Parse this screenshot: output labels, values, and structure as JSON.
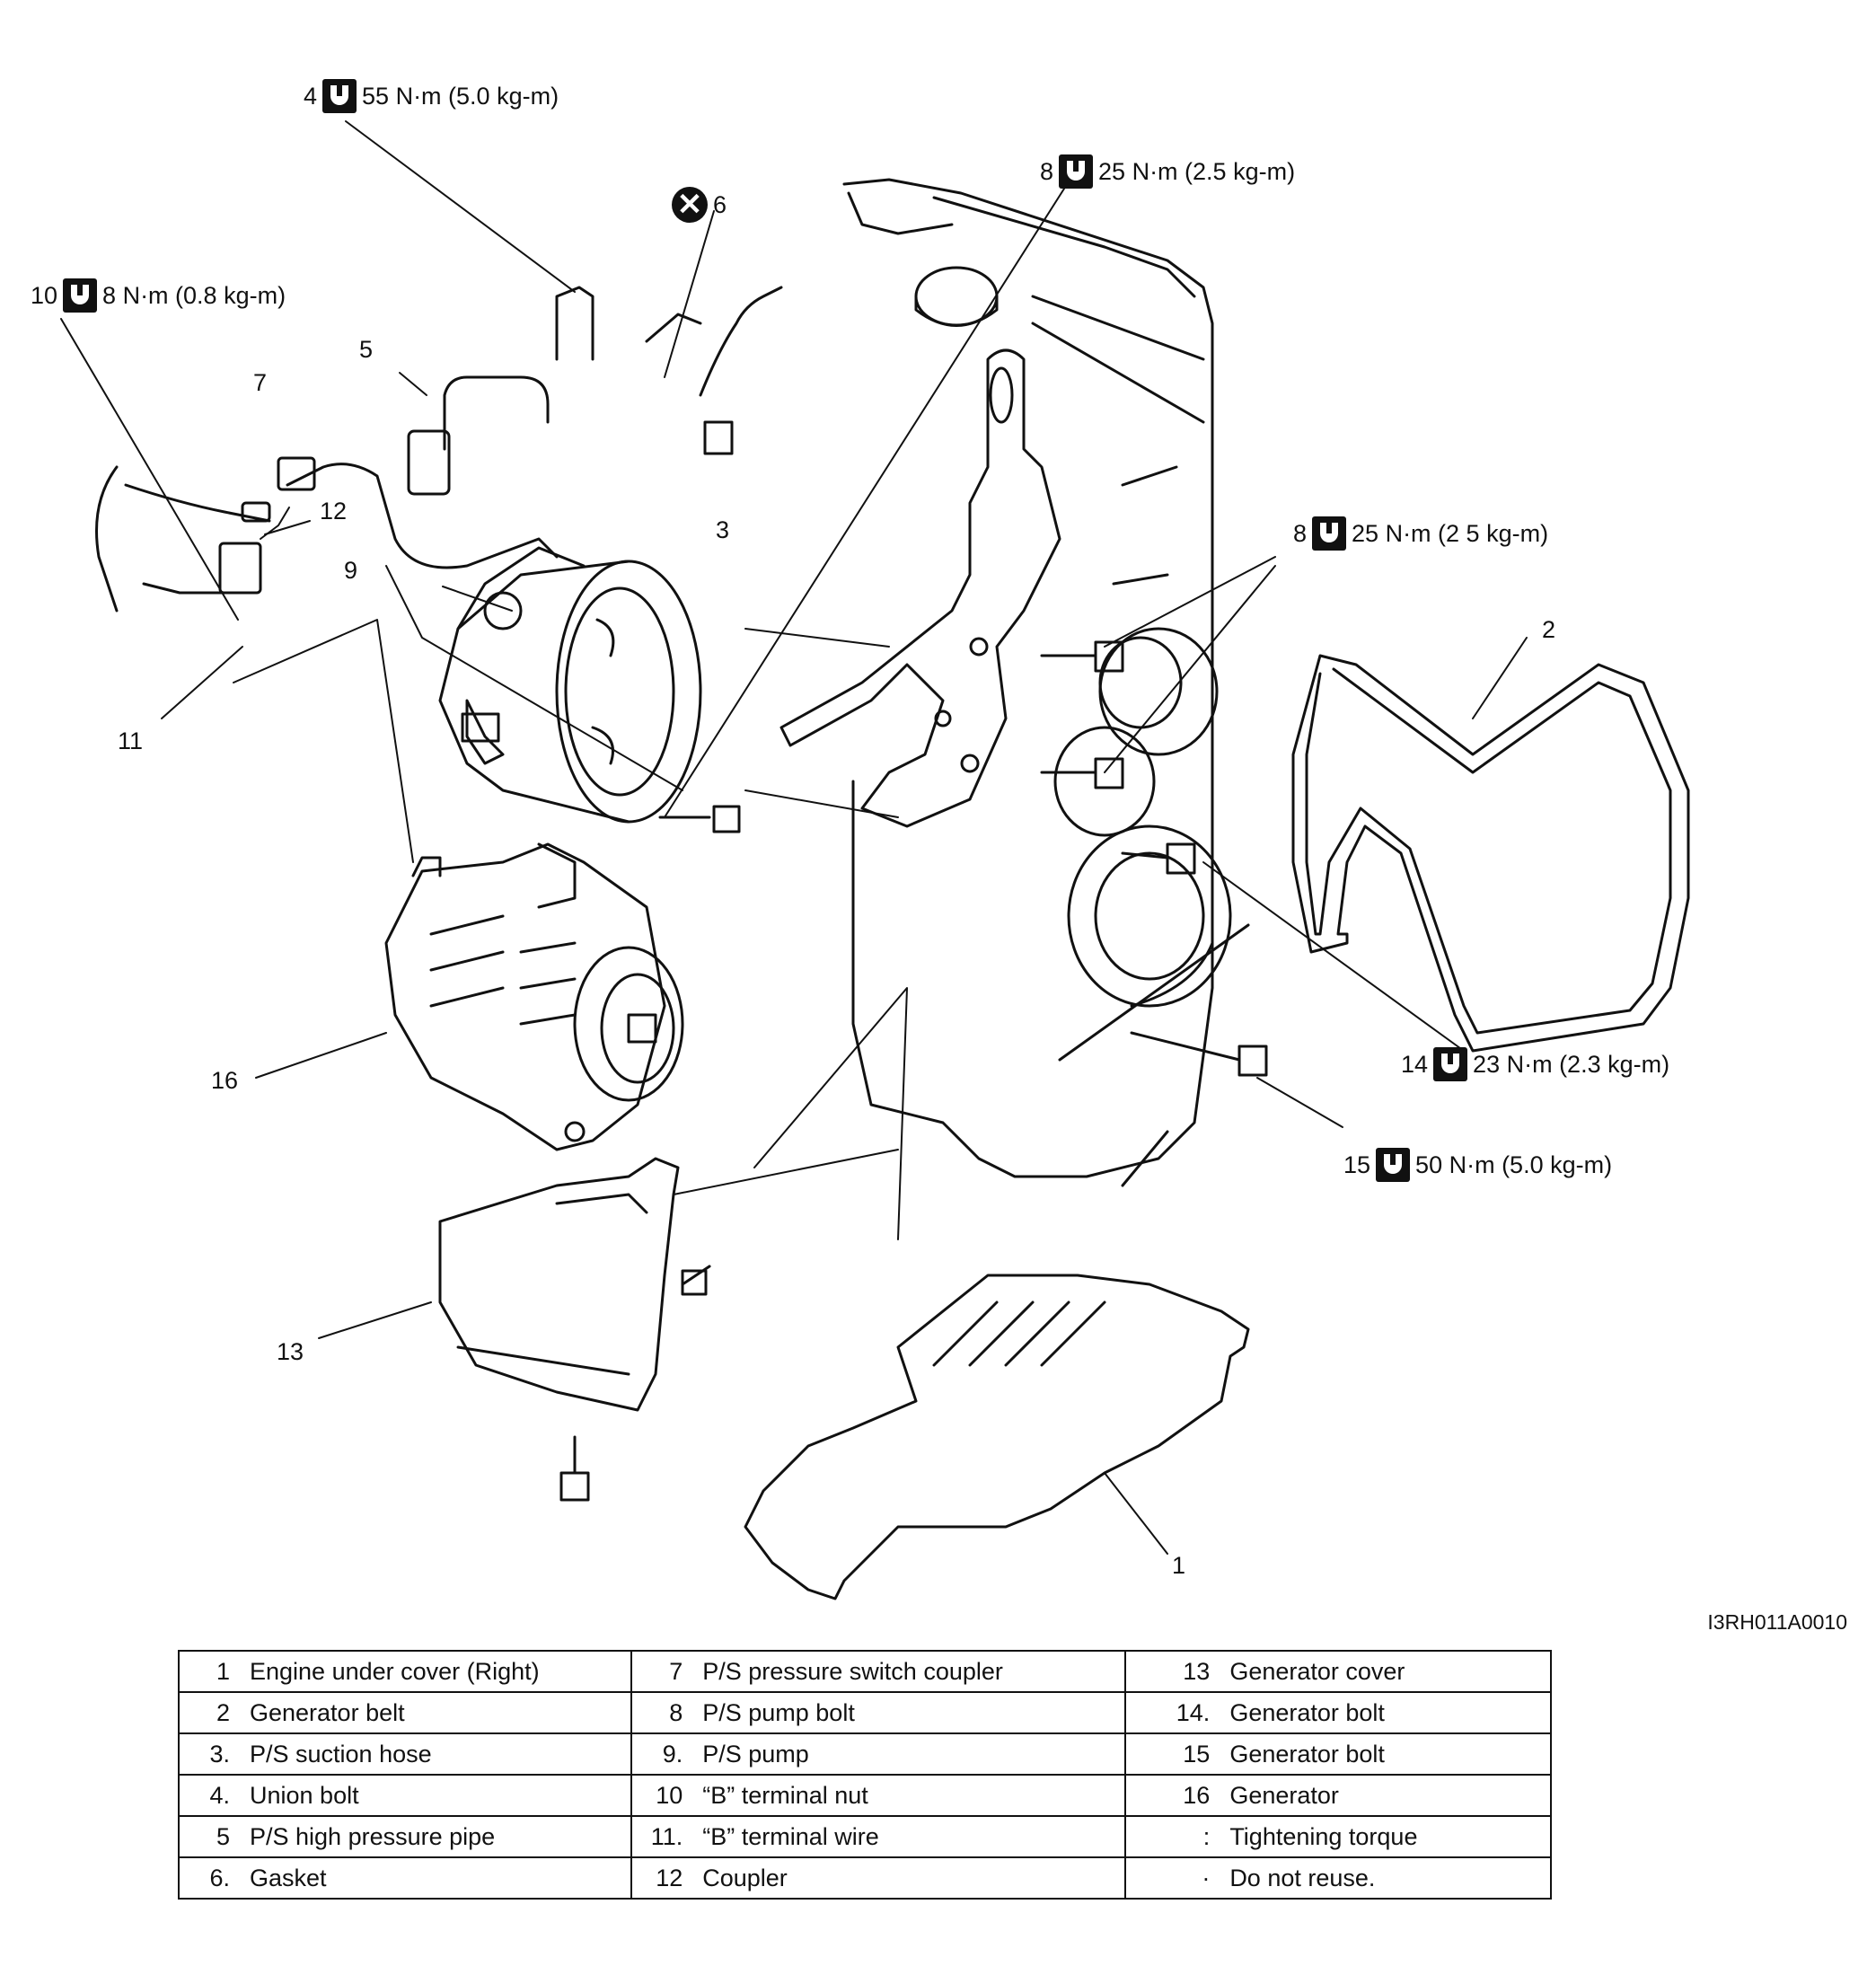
{
  "callouts": [
    {
      "num": "4",
      "icon": "torque",
      "text": "55 N·m (5.0 kg-m)"
    },
    {
      "num": "8",
      "icon": "torque",
      "text": "25 N·m (2.5 kg-m)"
    },
    {
      "num": "6",
      "icon": "do-not-reuse",
      "text": ""
    },
    {
      "num": "10",
      "icon": "torque",
      "text": "8 N·m (0.8 kg-m)"
    },
    {
      "num": "8",
      "icon": "torque",
      "text": "25 N·m (2 5 kg-m)"
    },
    {
      "num": "14",
      "icon": "torque",
      "text": "23 N·m (2.3 kg-m)"
    },
    {
      "num": "15",
      "icon": "torque",
      "text": "50 N·m (5.0 kg-m)"
    }
  ],
  "labels": [
    "5",
    "7",
    "3",
    "12",
    "9",
    "2",
    "11",
    "16",
    "13",
    "1"
  ],
  "figure_ref": "I3RH011A0010",
  "legend": [
    [
      {
        "num": "1",
        "desc": "Engine under cover (Right)"
      },
      {
        "num": "7",
        "desc": "P/S pressure switch coupler"
      },
      {
        "num": "13",
        "desc": "Generator cover"
      }
    ],
    [
      {
        "num": "2",
        "desc": "Generator belt"
      },
      {
        "num": "8",
        "desc": "P/S pump bolt"
      },
      {
        "num": "14.",
        "desc": "Generator bolt"
      }
    ],
    [
      {
        "num": "3.",
        "desc": "P/S suction hose"
      },
      {
        "num": "9.",
        "desc": "P/S pump"
      },
      {
        "num": "15",
        "desc": "Generator bolt"
      }
    ],
    [
      {
        "num": "4.",
        "desc": "Union bolt"
      },
      {
        "num": "10",
        "desc": "“B” terminal nut"
      },
      {
        "num": "16",
        "desc": "Generator"
      }
    ],
    [
      {
        "num": "5",
        "desc": "P/S high pressure pipe"
      },
      {
        "num": "11.",
        "desc": "“B” terminal wire"
      },
      {
        "num": ":",
        "desc": "Tightening torque"
      }
    ],
    [
      {
        "num": "6.",
        "desc": "Gasket"
      },
      {
        "num": "12",
        "desc": "Coupler"
      },
      {
        "num": "·",
        "desc": "Do not reuse."
      }
    ]
  ]
}
